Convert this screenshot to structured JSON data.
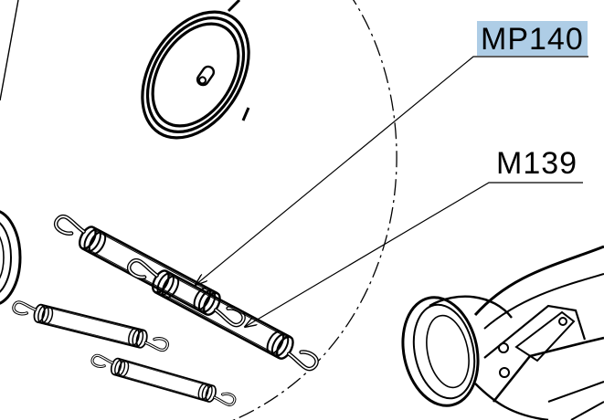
{
  "diagram": {
    "callouts": [
      {
        "id": "MP140",
        "label": "MP140",
        "highlighted": true
      },
      {
        "id": "M139",
        "label": "M139",
        "highlighted": false
      }
    ],
    "colors": {
      "line": "#000000",
      "background": "#ffffff",
      "highlight": "#aecde6"
    },
    "parts": [
      "wire-coil",
      "extension-spring",
      "extension-spring",
      "extension-spring",
      "extension-spring",
      "bracket-assembly",
      "ring-part"
    ]
  }
}
